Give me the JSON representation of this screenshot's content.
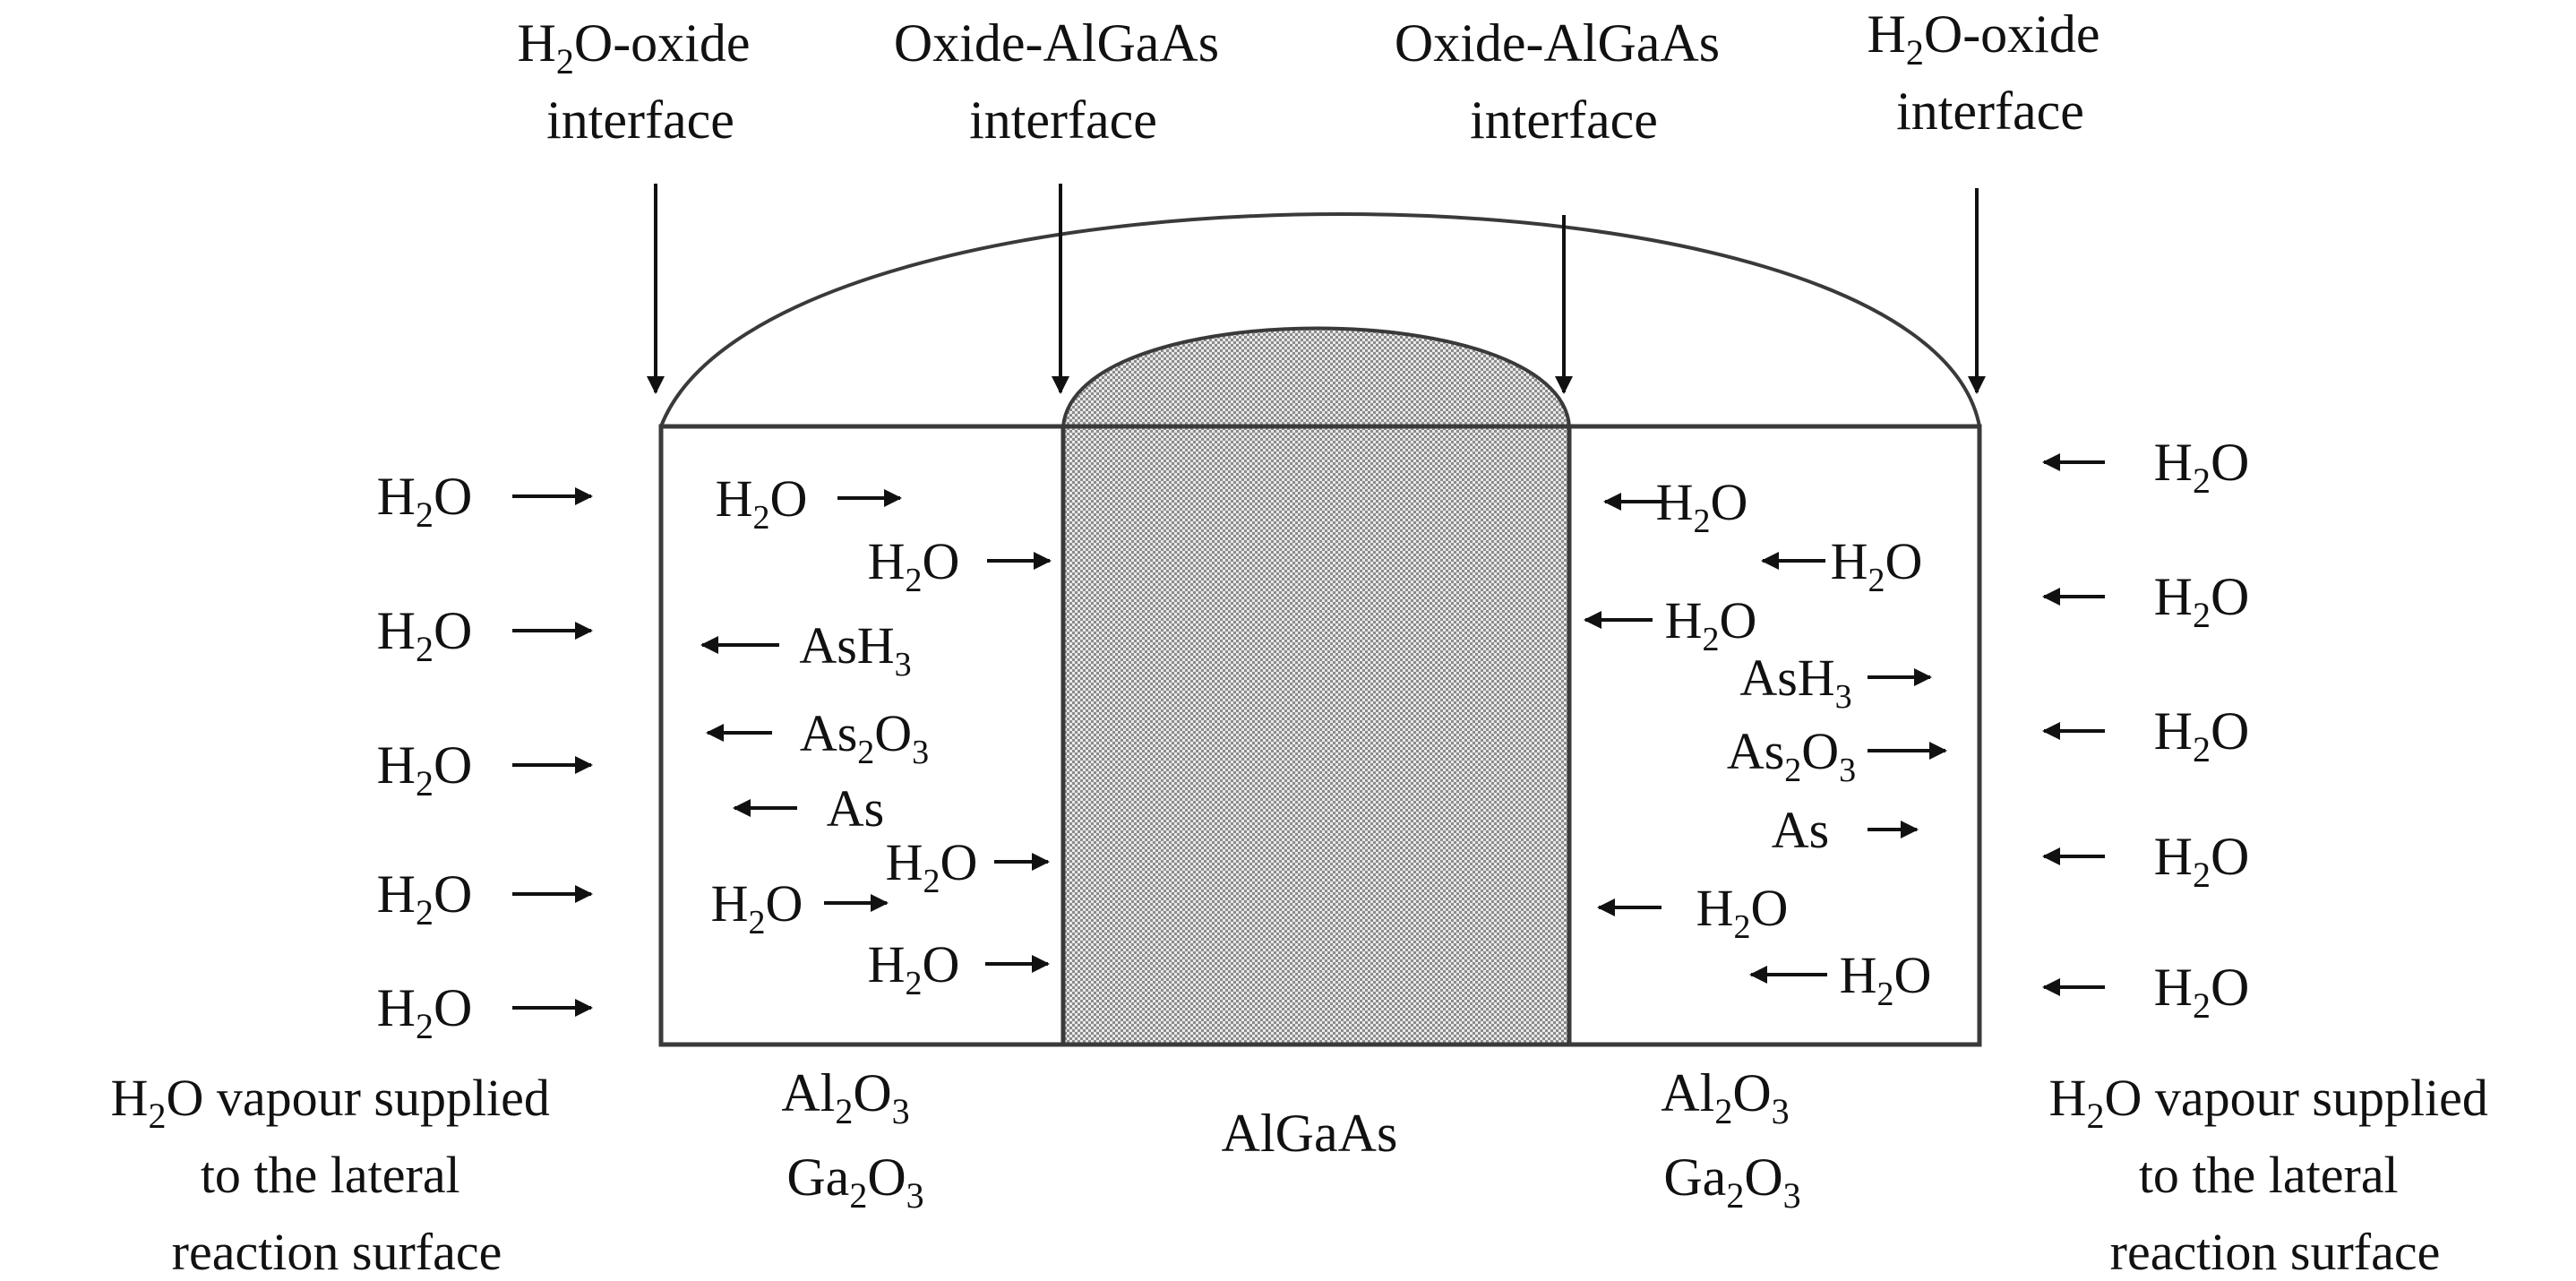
{
  "colors": {
    "stroke": "#3a3a3a",
    "ink": "#111111",
    "hatch_dark": "#8c8c8c",
    "hatch_light": "#e9e9e9"
  },
  "top_labels": [
    {
      "line1": [
        "H",
        "2",
        "O-oxide"
      ],
      "line2": "interface"
    },
    {
      "line1": [
        "Oxide-AlGaAs"
      ],
      "line2": "interface"
    },
    {
      "line1": [
        "Oxide-AlGaAs"
      ],
      "line2": "interface"
    },
    {
      "line1": [
        "H",
        "2",
        "O-oxide"
      ],
      "line2": "interface"
    }
  ],
  "outer_left": [
    {
      "formula": [
        "H",
        "2",
        "O"
      ]
    },
    {
      "formula": [
        "H",
        "2",
        "O"
      ]
    },
    {
      "formula": [
        "H",
        "2",
        "O"
      ]
    },
    {
      "formula": [
        "H",
        "2",
        "O"
      ]
    },
    {
      "formula": [
        "H",
        "2",
        "O"
      ]
    }
  ],
  "outer_right": [
    {
      "formula": [
        "H",
        "2",
        "O"
      ]
    },
    {
      "formula": [
        "H",
        "2",
        "O"
      ]
    },
    {
      "formula": [
        "H",
        "2",
        "O"
      ]
    },
    {
      "formula": [
        "H",
        "2",
        "O"
      ]
    },
    {
      "formula": [
        "H",
        "2",
        "O"
      ]
    }
  ],
  "inner_left": [
    {
      "formula": [
        "H",
        "2",
        "O"
      ],
      "direction": "right"
    },
    {
      "formula": [
        "H",
        "2",
        "O"
      ],
      "direction": "right"
    },
    {
      "formula": [
        "AsH",
        "3",
        ""
      ],
      "direction": "left"
    },
    {
      "formula": [
        "As",
        "2",
        "O",
        "3",
        ""
      ],
      "direction": "left"
    },
    {
      "formula": [
        "As"
      ],
      "direction": "left"
    },
    {
      "formula": [
        "H",
        "2",
        "O"
      ],
      "direction": "right"
    },
    {
      "formula": [
        "H",
        "2",
        "O"
      ],
      "direction": "right"
    },
    {
      "formula": [
        "H",
        "2",
        "O"
      ],
      "direction": "right"
    }
  ],
  "inner_right": [
    {
      "formula": [
        "H",
        "2",
        "O"
      ],
      "direction": "left"
    },
    {
      "formula": [
        "H",
        "2",
        "O"
      ],
      "direction": "left"
    },
    {
      "formula": [
        "H",
        "2",
        "O"
      ],
      "direction": "left"
    },
    {
      "formula": [
        "AsH",
        "3",
        ""
      ],
      "direction": "right"
    },
    {
      "formula": [
        "As",
        "2",
        "O",
        "3",
        ""
      ],
      "direction": "right"
    },
    {
      "formula": [
        "As"
      ],
      "direction": "right"
    },
    {
      "formula": [
        "H",
        "2",
        "O"
      ],
      "direction": "left"
    },
    {
      "formula": [
        "H",
        "2",
        "O"
      ],
      "direction": "left"
    }
  ],
  "region_labels": {
    "left_oxide": {
      "line1": [
        "Al",
        "2",
        "O",
        "3",
        ""
      ],
      "line2": [
        "Ga",
        "2",
        "O",
        "3",
        ""
      ]
    },
    "core": {
      "line1": [
        "AlGaAs"
      ]
    },
    "right_oxide": {
      "line1": [
        "Al",
        "2",
        "O",
        "3",
        ""
      ],
      "line2": [
        "Ga",
        "2",
        "O",
        "3",
        ""
      ]
    }
  },
  "captions": {
    "left": {
      "line1": [
        "H",
        "2",
        "O vapour supplied"
      ],
      "line2": "to the lateral",
      "line3": "reaction surface"
    },
    "right": {
      "line1": [
        "H",
        "2",
        "O vapour supplied"
      ],
      "line2": "to the lateral",
      "line3": "reaction surface"
    }
  }
}
